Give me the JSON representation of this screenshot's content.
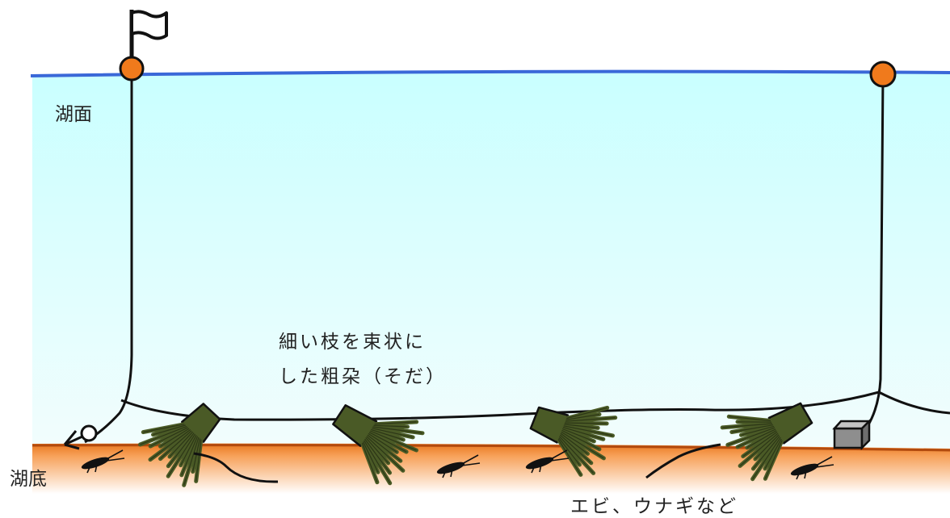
{
  "labels": {
    "surface": "湖面",
    "bottom": "湖底",
    "bundle_line1": "細い枝を束状に",
    "bundle_line2": "した粗朶（そだ）",
    "catch": "エビ、ウナギなど"
  },
  "colors": {
    "water_top": "#c9ffff",
    "water_bottom": "#f2fdfd",
    "surface_line": "#3a68d8",
    "lakebed": "#e8761e",
    "float": "#f07a1c",
    "brush": "#4a5a26"
  }
}
